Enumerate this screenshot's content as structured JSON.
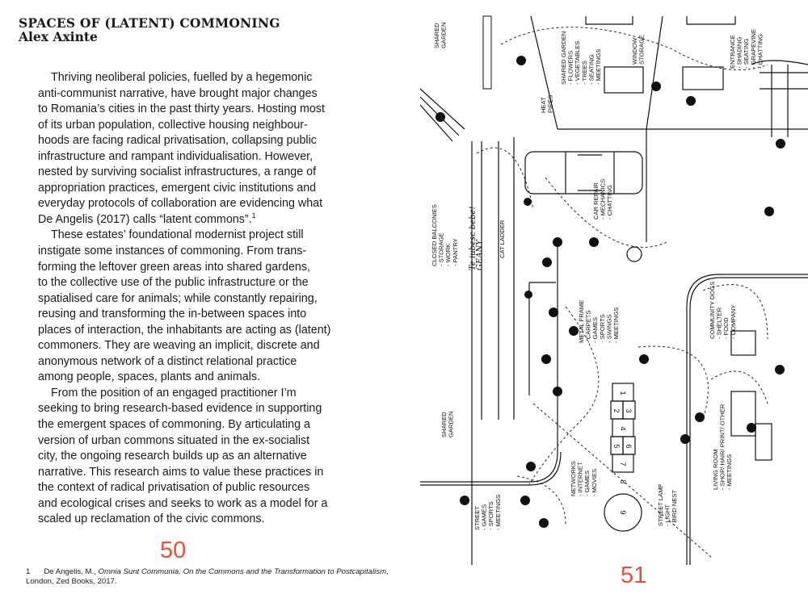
{
  "left_page": {
    "title": "SPACES OF (LATENT) COMMONING",
    "author": "Alex Axinte",
    "paragraphs": [
      [
        "Thriving neoliberal policies, fuelled by a hegemonic",
        "anti-communist narrative, have brought major changes",
        "to Romania’s cities in the past thirty years. Hosting most",
        "of its urban population, collective housing neighbour-",
        "hoods are facing radical privatisation, collapsing public",
        "infrastructure and rampant individualisation. However,",
        "nested by surviving socialist infrastructures, a range of",
        "appropriation practices, emergent civic institutions and",
        "everyday protocols of collaboration are evidencing what",
        "De Angelis (2017) calls “latent commons”."
      ],
      [
        "These estates’ foundational modernist project still",
        "instigate some instances of commoning. From trans-",
        "forming the leftover green areas into shared gardens,",
        "to the collective use of the public infrastructure or the",
        "spatialised care for animals; while constantly repairing,",
        "reusing and transforming the in-between spaces into",
        "places of interaction, the inhabitants are acting as (latent)",
        "commoners. They are weaving an implicit, discrete and",
        "anonymous network of a distinct relational practice",
        "among people, spaces, plants and animals."
      ],
      [
        "From the position of an engaged practitioner I’m",
        "seeking to bring research-based evidence in supporting",
        "the emergent spaces of commoning. By articulating a",
        "version of urban commons situated in the ex-socialist",
        "city, the ongoing research builds up as an alternative",
        "narrative. This research aims to value these practices in",
        "the context of radical privatisation of public resources",
        "and ecological crises and seeks to work as a model for a",
        "scaled up reclamation of the civic commons."
      ]
    ],
    "footnote_ref": "1",
    "page_number": "50",
    "footnote": {
      "number": "1",
      "author": "De Angelis, M., ",
      "title": "Omnia Sunt Communia. On the Commons and the Transformation to Postcapitalism",
      "rest": ", London, Zed Books, 2017."
    }
  },
  "right_page": {
    "page_number": "51",
    "labels": [
      {
        "id": "shared-garden-top",
        "lines": [
          "SHARED",
          "GARDEN"
        ]
      },
      {
        "id": "heat-pipes",
        "lines": [
          "HEAT",
          "PIPES"
        ]
      },
      {
        "id": "shared-garden-courtyard",
        "lines": [
          "SHARED GARDEN",
          "- FLOWERS",
          "- VEGETABLES",
          "- TREES",
          "- SEATING",
          "- MEETINGS"
        ]
      },
      {
        "id": "window-storage",
        "lines": [
          "WINDOW",
          "STORAGE"
        ]
      },
      {
        "id": "entrance",
        "lines": [
          "ENTRANCE",
          "- SHADING",
          "- SEATING",
          "- GRAPEVINE",
          "- CHATTING"
        ]
      },
      {
        "id": "closed-balconies",
        "lines": [
          "CLOSED BALCONIES",
          "- STORAGE",
          "- WORK",
          "- PANTRY"
        ]
      },
      {
        "id": "cat-ladder",
        "lines": [
          "CAT LADDER"
        ]
      },
      {
        "id": "graffiti",
        "lines": [
          "Te iubesc bebe!",
          "GEANY"
        ]
      },
      {
        "id": "car-repair",
        "lines": [
          "CAR REPAIR",
          "- MECHANICS",
          "- CHATTING"
        ]
      },
      {
        "id": "metal-frame",
        "lines": [
          "METAL FRAME",
          "- CARPETS",
          "- GAMES",
          "- SPORTS",
          "- SWINGS",
          "- MEETINGS"
        ]
      },
      {
        "id": "community-dogs",
        "lines": [
          "COMMUNITY DOGS",
          "- SHELTER",
          "- FOOD",
          "- COMPANY"
        ]
      },
      {
        "id": "living-room",
        "lines": [
          "LIVING ROOM",
          "- SHOP/ HAIR/ PRINT/ OTHER",
          "- MEETINGS"
        ]
      },
      {
        "id": "street-lamp",
        "lines": [
          "STREET LAMP",
          "- LIGHT",
          "- BIRD NEST"
        ]
      },
      {
        "id": "networks",
        "lines": [
          "NETWORKS",
          "- INTERNET",
          "- GAMES",
          "- MOVIES"
        ]
      },
      {
        "id": "street",
        "lines": [
          "STREET",
          "- GAMES",
          "- SPORTS",
          "- MEETINGS"
        ]
      },
      {
        "id": "shared-garden-bottom",
        "lines": [
          "SHARED",
          "GARDEN"
        ]
      }
    ],
    "hopscotch_numbers": [
      "9",
      "8",
      "7",
      "6",
      "5",
      "4",
      "3",
      "2",
      "1"
    ]
  },
  "colors": {
    "page_number": "#e4533f",
    "ink": "#111111"
  }
}
